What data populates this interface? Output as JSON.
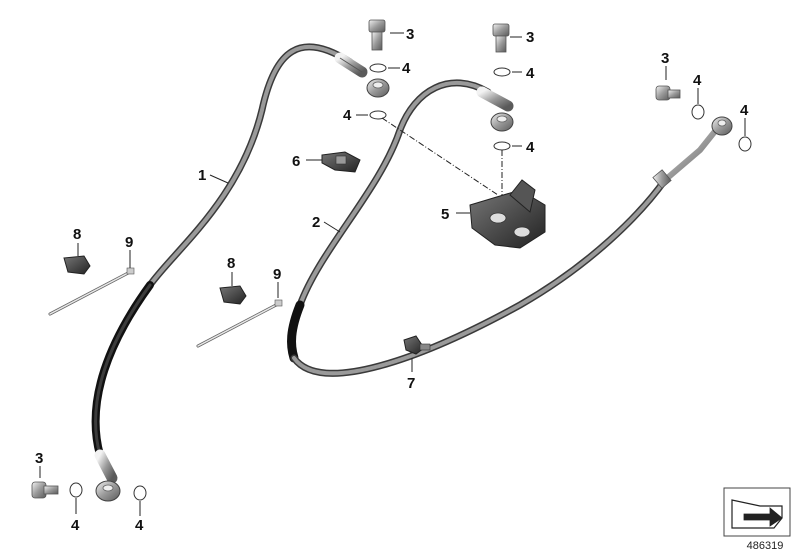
{
  "callouts": {
    "hose_front": "1",
    "hose_rear": "2",
    "banjo_bolt": "3",
    "sealing_ring": "4",
    "bracket": "5",
    "clip": "6",
    "grommet": "7",
    "holder": "8",
    "cable_tie": "9"
  },
  "reference_number": "486319"
}
